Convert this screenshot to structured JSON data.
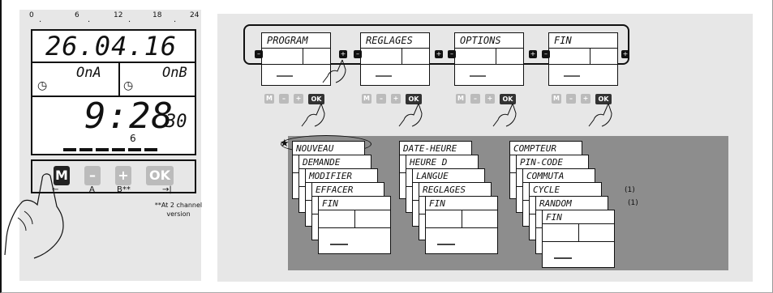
{
  "scale": {
    "ticks": [
      "0",
      "6",
      "12",
      "18",
      "24"
    ]
  },
  "device": {
    "date": "26.04.16",
    "channel_a": "OnA",
    "channel_b": "OnB",
    "time": "9:28",
    "seconds": "30",
    "bar_label": "6"
  },
  "keypad": {
    "m": "M",
    "minus": "–",
    "plus": "+",
    "ok": "OK",
    "label_left": "←",
    "label_a": "A",
    "label_b": "B**",
    "label_right": "→|"
  },
  "footnote": {
    "line1": "**At 2 channel",
    "line2": "version"
  },
  "main_menu": [
    {
      "label": "PROGRAM"
    },
    {
      "label": "REGLAGES"
    },
    {
      "label": "OPTIONS"
    },
    {
      "label": "FIN"
    }
  ],
  "minikeys": {
    "m": "M",
    "minus": "–",
    "plus": "+",
    "ok": "OK"
  },
  "submenus": {
    "program": [
      "NOUVEAU",
      "DEMANDE",
      "MODIFIER",
      "EFFACER",
      "FIN"
    ],
    "reglages": [
      "DATE-HEURE",
      "HEURE D",
      "LANGUE",
      "REGLAGES",
      "FIN"
    ],
    "options": [
      "COMPTEUR",
      "PIN-CODE",
      "COMMUTA",
      "CYCLE",
      "RANDOM",
      "FIN"
    ]
  },
  "annotations": {
    "cycle": "(1)",
    "random": "(1)",
    "star": "★"
  }
}
